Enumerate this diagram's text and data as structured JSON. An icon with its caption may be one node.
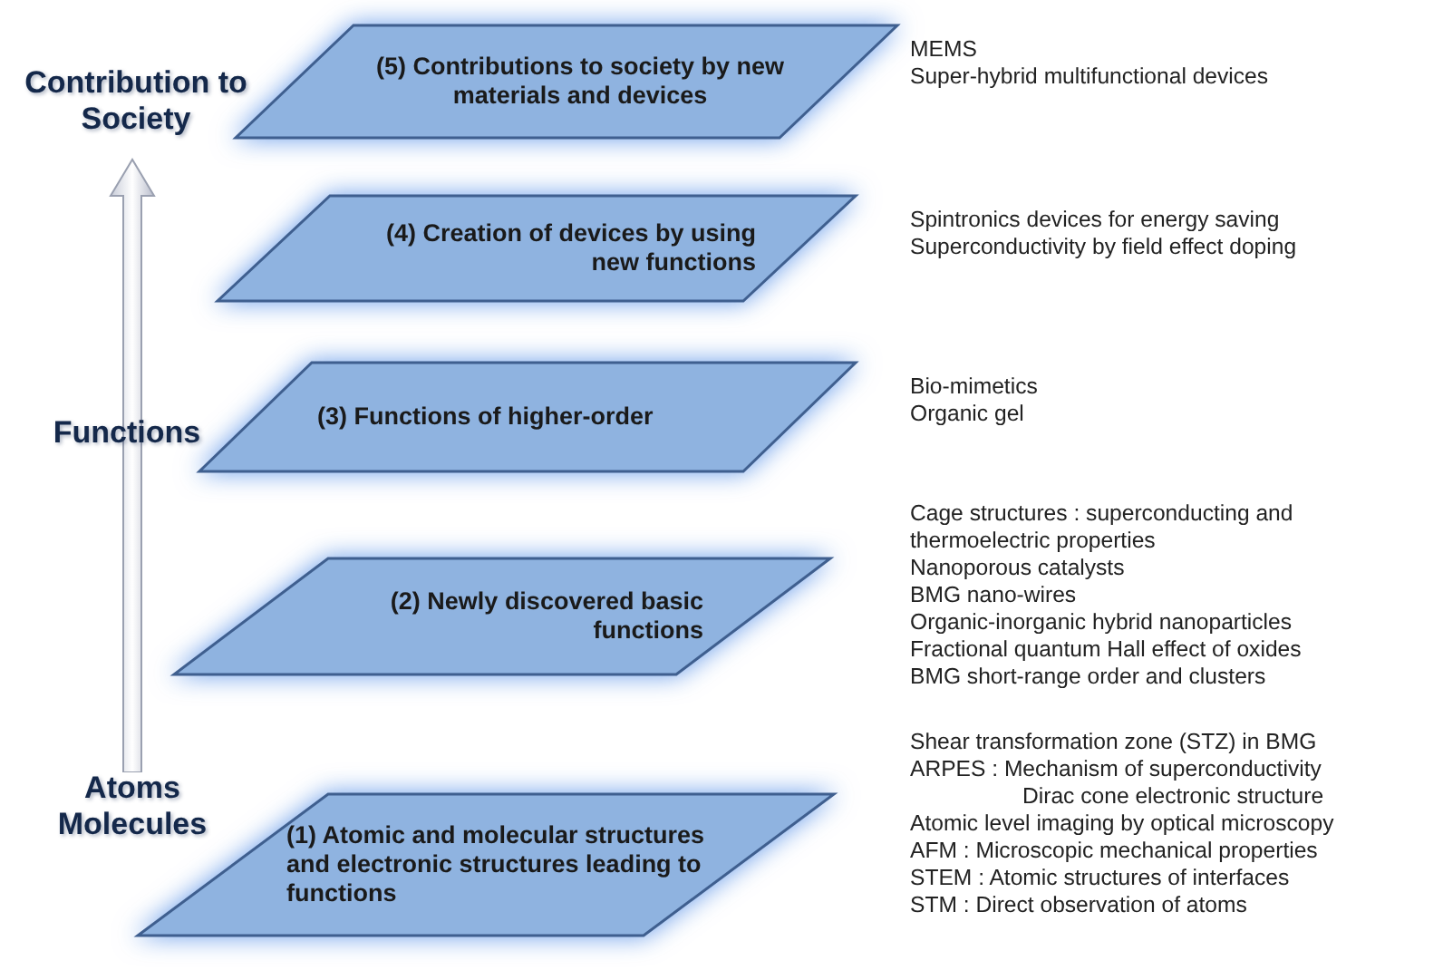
{
  "diagram": {
    "nodes": [
      {
        "text": [
          "(5) Contributions to society by new materials and devices"
        ],
        "beside": [
          "MEMS",
          "Super-hybrid multifunctional devices"
        ]
      },
      {
        "text": [
          "(4) Creation of devices by using new functions"
        ],
        "beside": [
          "Spintronics devices for energy saving",
          "Superconductivity by field effect doping"
        ]
      },
      {
        "text": [
          "(3) Functions of higher-order"
        ],
        "beside": [
          "Bio-mimetics",
          "Organic gel"
        ]
      },
      {
        "text": [
          "(2) Newly discovered basic functions"
        ],
        "beside": [
          "Cage structures : superconducting and thermoelectric properties",
          "Nanoporous catalysts",
          "BMG nano-wires",
          "Organic-inorganic hybrid nanoparticles",
          "Fractional quantum Hall effect of oxides",
          "BMG short-range order and clusters"
        ]
      },
      {
        "text": [
          "(1) Atomic and molecular structures and electronic structures leading to functions"
        ],
        "beside": [
          "Shear transformation zone (STZ) in BMG",
          "ARPES : Mechanism of superconductivity",
          "Dirac cone electronic structure",
          "Atomic level imaging by optical microscopy",
          "AFM : Microscopic mechanical properties",
          "STEM : Atomic structures of interfaces",
          "STM : Direct observation of atoms"
        ]
      }
    ],
    "labels": [
      "Contribution to Society",
      "Functions",
      "Atoms Molecules"
    ]
  }
}
